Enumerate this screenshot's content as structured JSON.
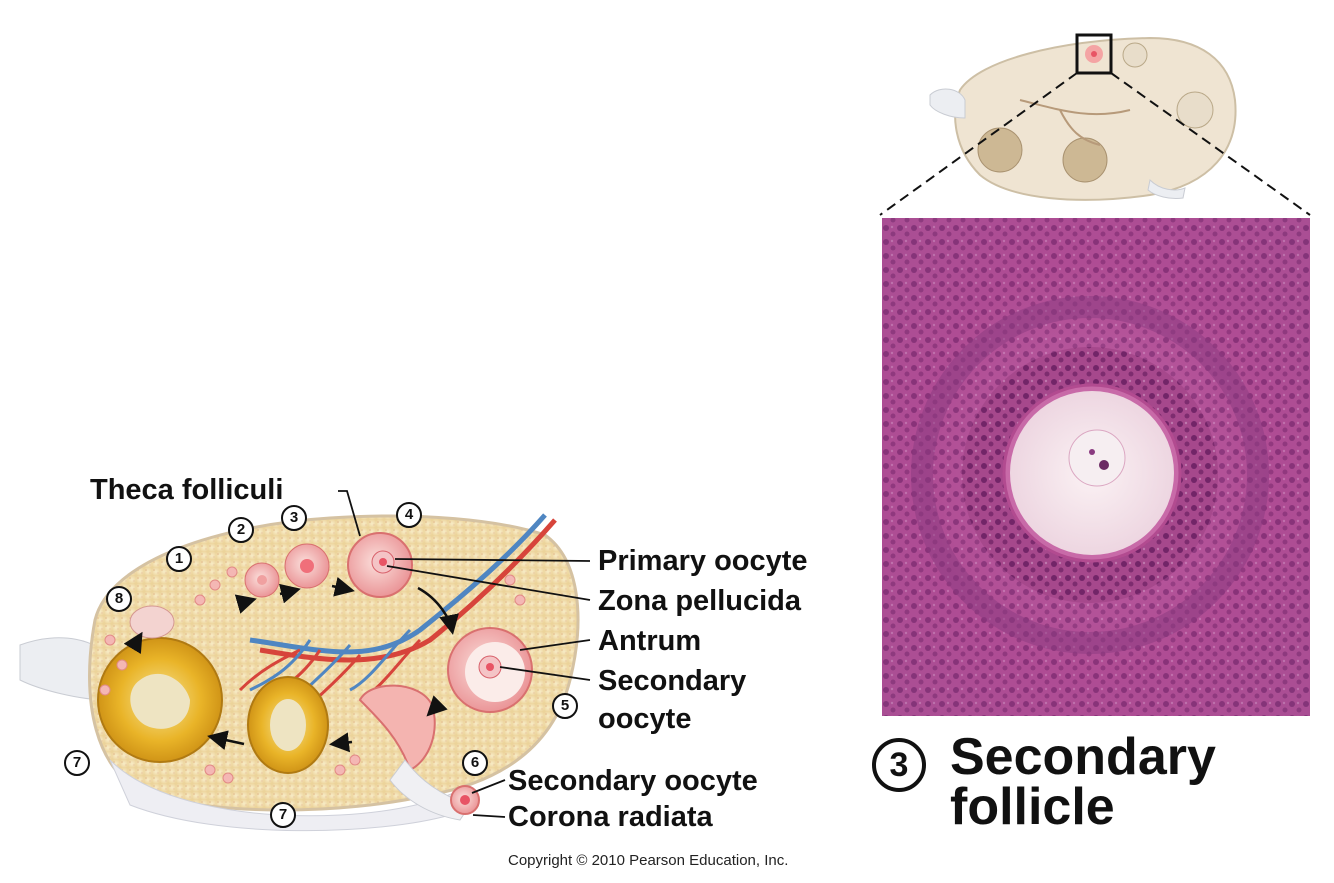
{
  "labels": {
    "theca_folliculi": "Theca folliculi",
    "primary_oocyte": "Primary oocyte",
    "zona_pellucida": "Zona pellucida",
    "antrum": "Antrum",
    "secondary_oocyte_1": "Secondary",
    "secondary_oocyte_2": "oocyte",
    "secondary_oocyte_ovulated": "Secondary oocyte",
    "corona_radiata": "Corona radiata"
  },
  "stage_numbers": [
    "1",
    "2",
    "3",
    "4",
    "5",
    "6",
    "7",
    "7",
    "8"
  ],
  "panel": {
    "number": "3",
    "title_line1": "Secondary",
    "title_line2": "follicle"
  },
  "copyright": "Copyright © 2010 Pearson Education, Inc.",
  "colors": {
    "ovary_fill": "#f3dfae",
    "ovary_edge": "#d9c6a6",
    "follicle_pink": "#e98f92",
    "corpus_luteum": "#e9b428",
    "artery": "#d7443b",
    "vein": "#4f86c2",
    "histology_bg": "#b04f95",
    "histology_ring": "#7a2866"
  }
}
